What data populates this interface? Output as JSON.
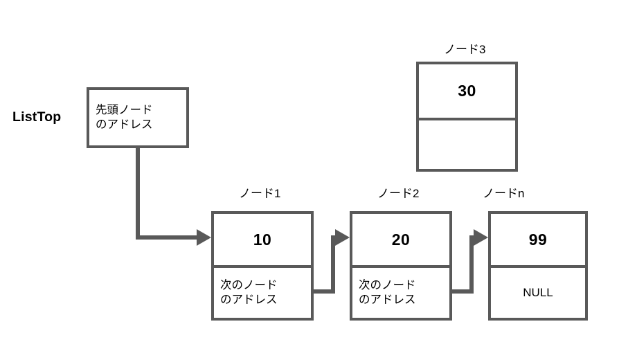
{
  "diagram": {
    "title": "linked-list-structure",
    "colors": {
      "border": "#595959",
      "text": "#000000",
      "background": "#ffffff"
    },
    "listtop": {
      "label": "ListTop",
      "box_text": "先頭ノード\nのアドレス"
    },
    "nodes": [
      {
        "id": "node1",
        "label": "ノード1",
        "value": "10",
        "address_text": "次のノード\nのアドレス"
      },
      {
        "id": "node2",
        "label": "ノード2",
        "value": "20",
        "address_text": "次のノード\nのアドレス"
      },
      {
        "id": "noden",
        "label": "ノードn",
        "value": "99",
        "address_text": "NULL"
      }
    ],
    "detached_node": {
      "id": "node3",
      "label": "ノード3",
      "value": "30",
      "address_text": ""
    }
  }
}
